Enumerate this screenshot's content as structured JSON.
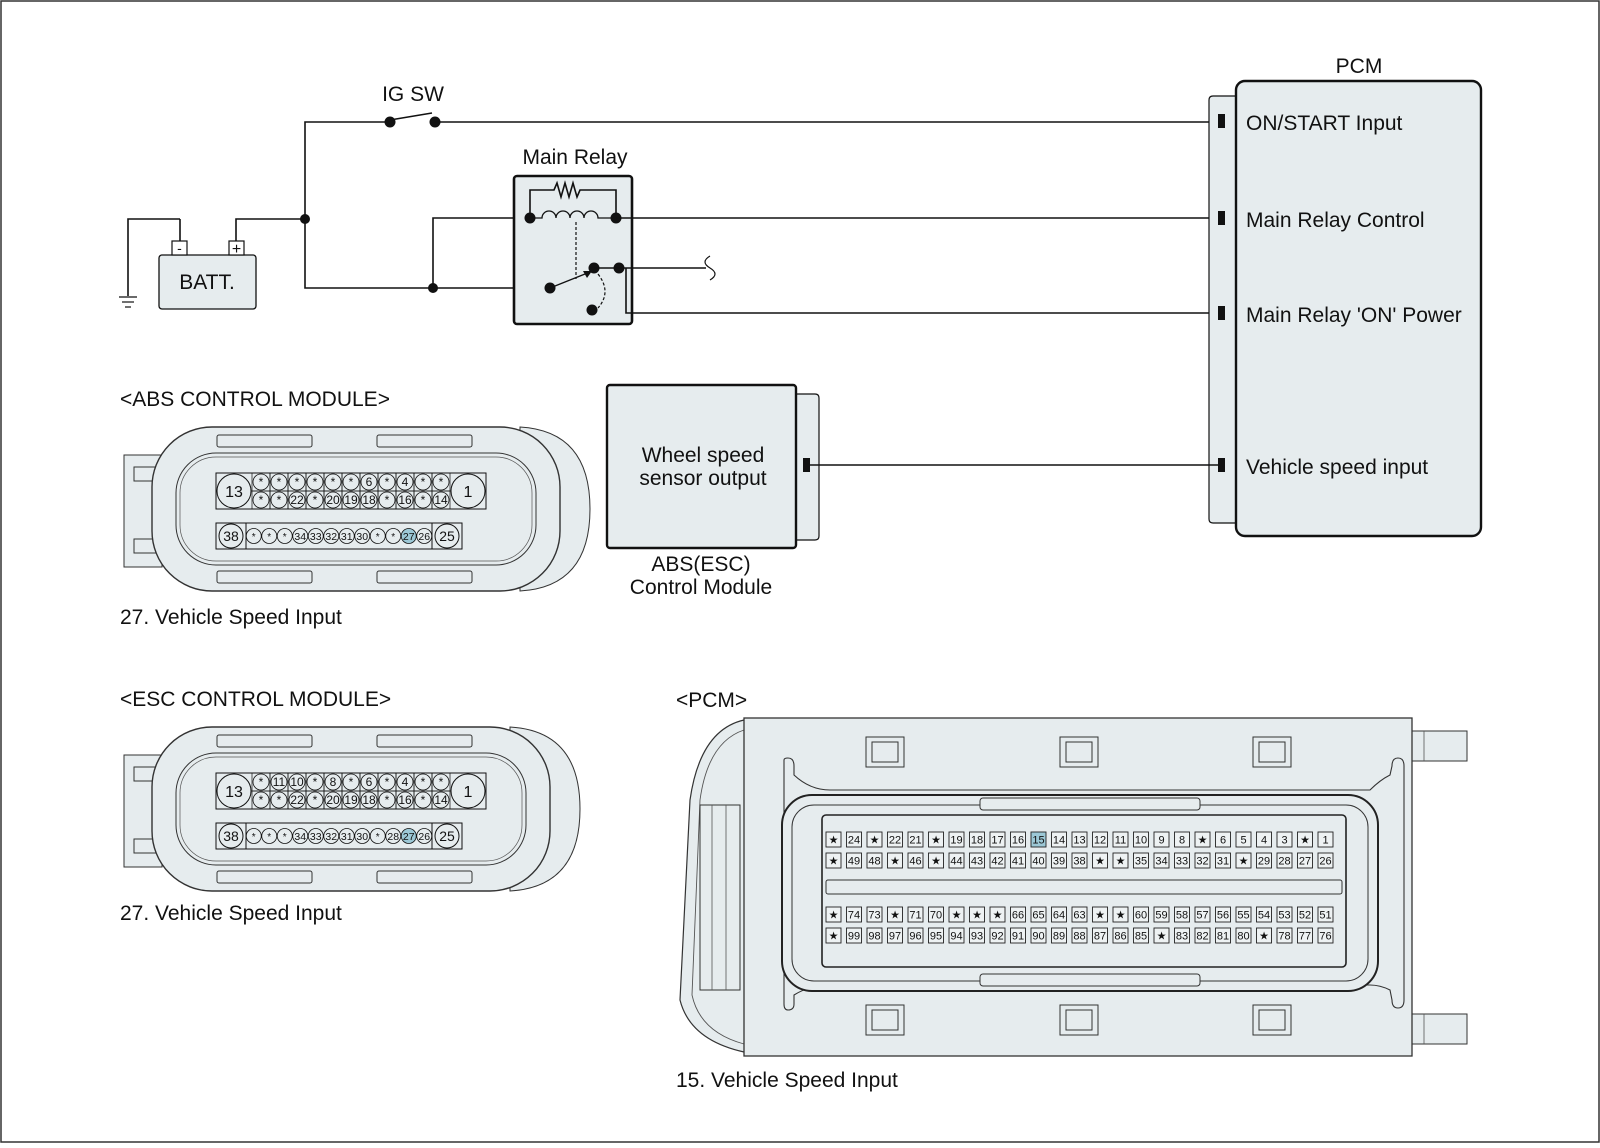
{
  "colors": {
    "panel_fill": "#e6ecee",
    "highlight_pin": "#9cc8d6",
    "line": "#111111"
  },
  "circuit": {
    "ig_switch_label": "IG SW",
    "main_relay_label": "Main Relay",
    "battery_label": "BATT.",
    "battery_neg": "-",
    "battery_pos": "+",
    "pcm_title": "PCM",
    "pcm_terminals": [
      "ON/START Input",
      "Main Relay Control",
      "Main Relay 'ON' Power",
      "Vehicle speed input"
    ],
    "abs_module_inner": [
      "Wheel speed",
      "sensor output"
    ],
    "abs_module_caption": [
      "ABS(ESC)",
      "Control Module"
    ]
  },
  "abs_connector": {
    "title": "<ABS CONTROL MODULE>",
    "caption": "27. Vehicle Speed Input",
    "big_left_top": "13",
    "big_right_top": "1",
    "big_left_bottom": "38",
    "big_right_bottom": "25",
    "row1": [
      "*",
      "*",
      "*",
      "*",
      "*",
      "*",
      "6",
      "*",
      "4",
      "*",
      "*"
    ],
    "row2": [
      "*",
      "*",
      "22",
      "*",
      "20",
      "19",
      "18",
      "*",
      "16",
      "*",
      "14"
    ],
    "row3": [
      "*",
      "*",
      "*",
      "34",
      "33",
      "32",
      "31",
      "30",
      "*",
      "*",
      "27",
      "26"
    ],
    "highlight": "27"
  },
  "esc_connector": {
    "title": "<ESC CONTROL MODULE>",
    "caption": "27. Vehicle Speed Input",
    "big_left_top": "13",
    "big_right_top": "1",
    "big_left_bottom": "38",
    "big_right_bottom": "25",
    "row1": [
      "*",
      "11",
      "10",
      "*",
      "8",
      "*",
      "6",
      "*",
      "4",
      "*",
      "*"
    ],
    "row2": [
      "*",
      "*",
      "22",
      "*",
      "20",
      "19",
      "18",
      "*",
      "16",
      "*",
      "14"
    ],
    "row3": [
      "*",
      "*",
      "*",
      "34",
      "33",
      "32",
      "31",
      "30",
      "*",
      "28",
      "27",
      "26"
    ],
    "highlight": "27"
  },
  "pcm_connector": {
    "title": "<PCM>",
    "caption": "15. Vehicle Speed Input",
    "rows": [
      [
        "★",
        "24",
        "★",
        "22",
        "21",
        "★",
        "19",
        "18",
        "17",
        "16",
        "15",
        "14",
        "13",
        "12",
        "11",
        "10",
        "9",
        "8",
        "★",
        "6",
        "5",
        "4",
        "3",
        "★",
        "1"
      ],
      [
        "★",
        "49",
        "48",
        "★",
        "46",
        "★",
        "44",
        "43",
        "42",
        "41",
        "40",
        "39",
        "38",
        "★",
        "★",
        "35",
        "34",
        "33",
        "32",
        "31",
        "★",
        "29",
        "28",
        "27",
        "26"
      ],
      [
        "★",
        "74",
        "73",
        "★",
        "71",
        "70",
        "★",
        "★",
        "★",
        "66",
        "65",
        "64",
        "63",
        "★",
        "★",
        "60",
        "59",
        "58",
        "57",
        "56",
        "55",
        "54",
        "53",
        "52",
        "51"
      ],
      [
        "★",
        "99",
        "98",
        "97",
        "96",
        "95",
        "94",
        "93",
        "92",
        "91",
        "90",
        "89",
        "88",
        "87",
        "86",
        "85",
        "★",
        "83",
        "82",
        "81",
        "80",
        "★",
        "78",
        "77",
        "76"
      ]
    ],
    "highlight": "15"
  }
}
